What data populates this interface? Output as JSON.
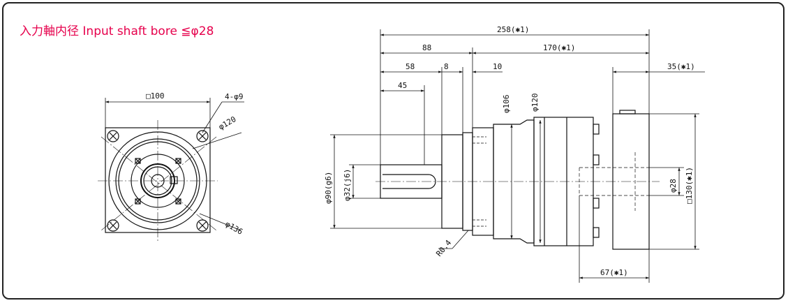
{
  "title": "入力軸内径  Input shaft bore  ≦φ28",
  "front_view": {
    "square": "□100",
    "holes": "4-φ9",
    "pcd_120": "φ120",
    "pcd_136": "φ136"
  },
  "side_view": {
    "total_length": "258(✱1)",
    "len_88": "88",
    "len_170": "170(✱1)",
    "len_58": "58",
    "len_8": "8",
    "len_10": "10",
    "len_35": "35(✱1)",
    "len_45": "45",
    "dia_106": "φ106",
    "dia_120": "φ120",
    "dia_90": "φ90(g6)",
    "dia_32": "φ32(j6)",
    "dia_28": "φ28",
    "sq_130": "□130(✱1)",
    "radius": "R0.4",
    "len_67": "67(✱1)"
  },
  "colors": {
    "title": "#e6004c",
    "line": "#111111",
    "frame": "#222222"
  }
}
